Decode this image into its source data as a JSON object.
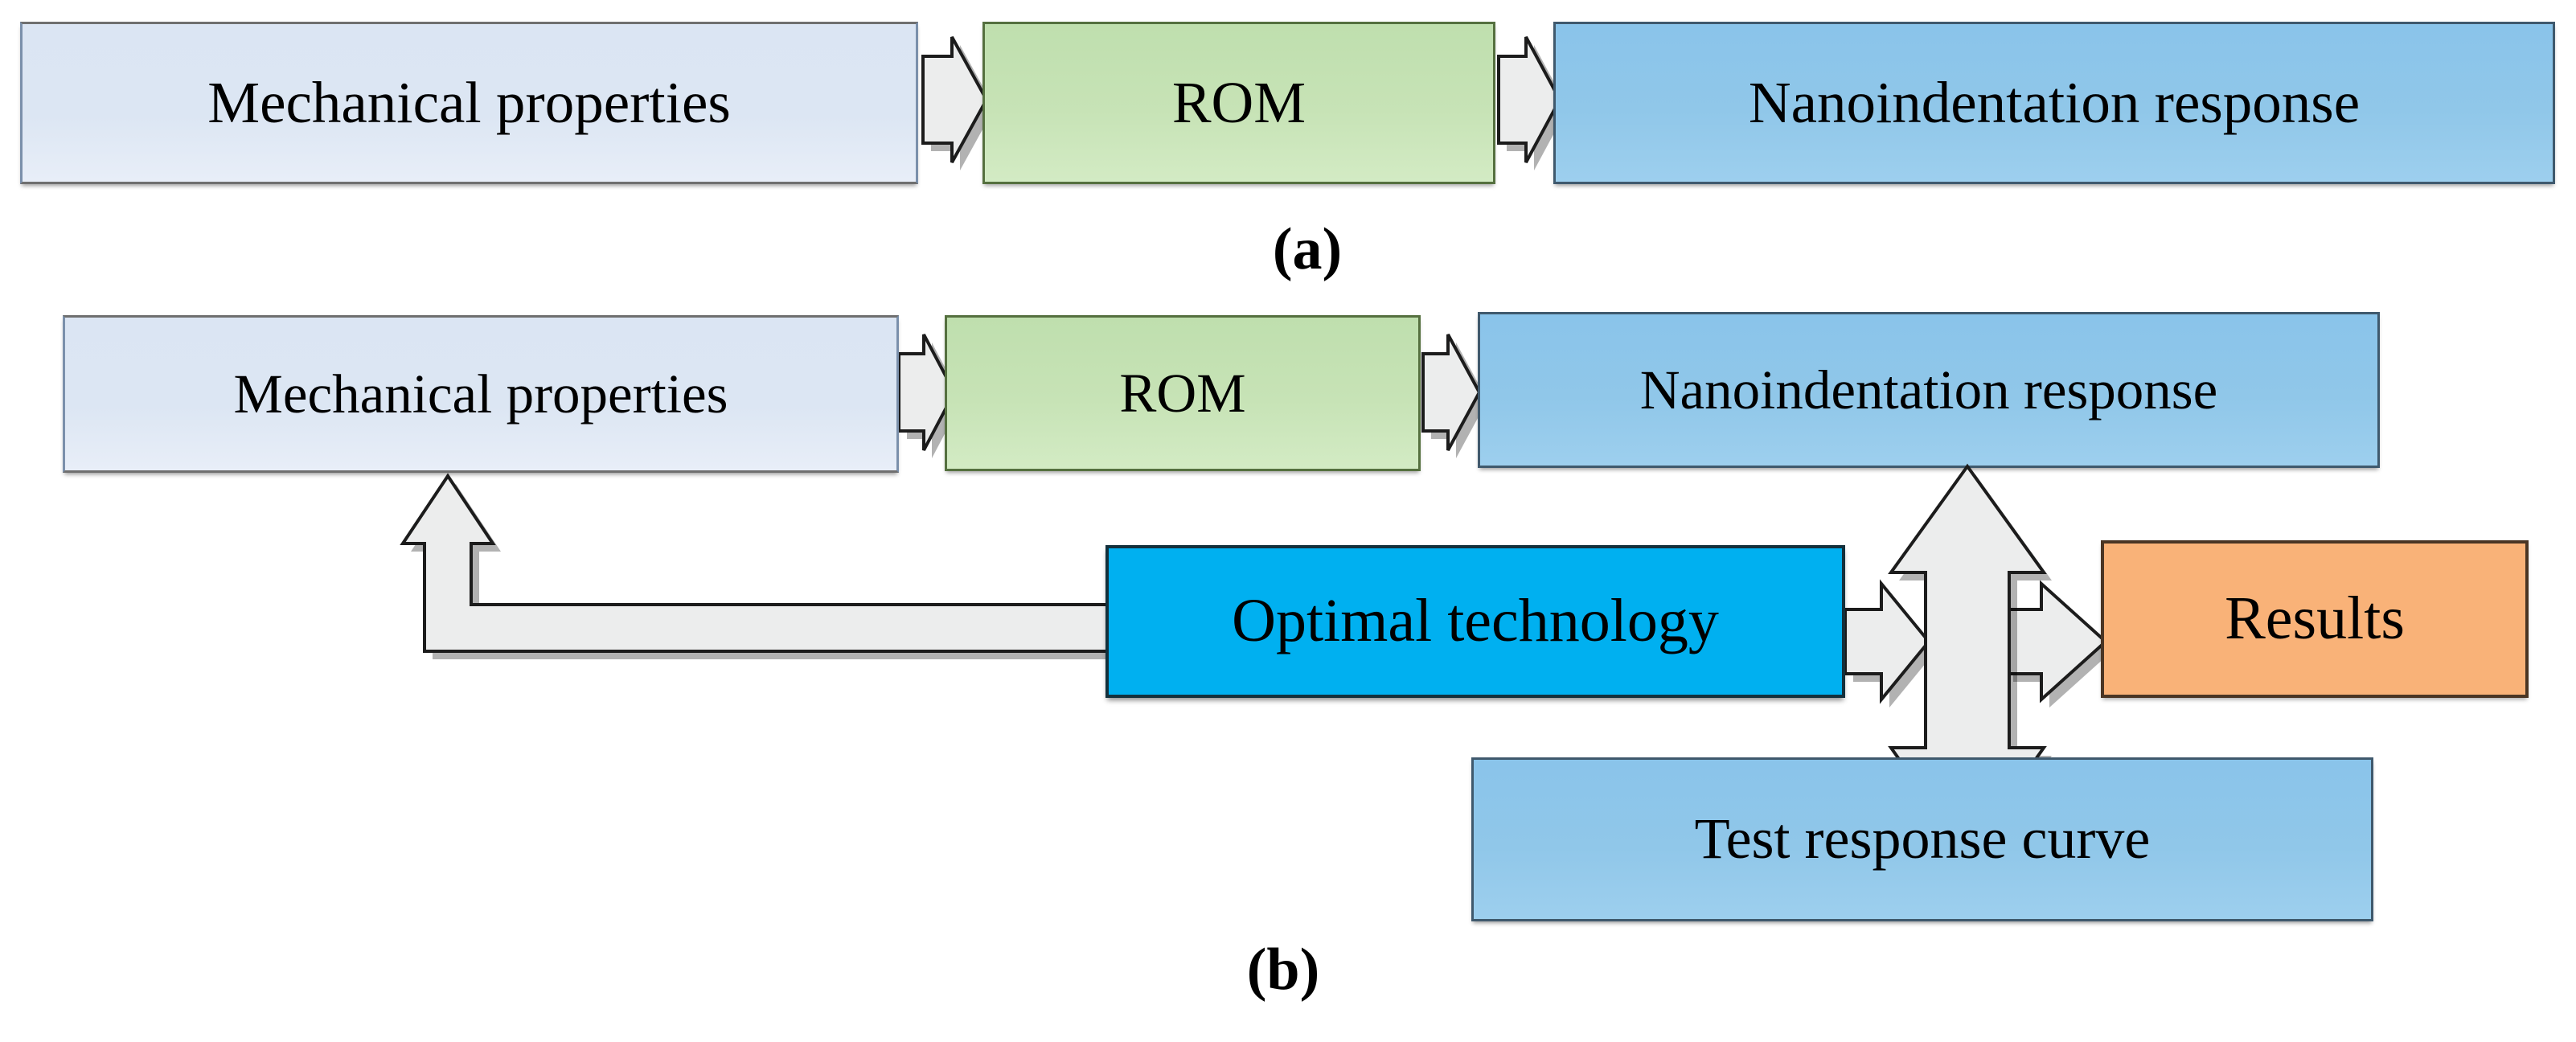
{
  "figure": {
    "panels": [
      {
        "id": "a",
        "label": "(a)",
        "nodes": [
          {
            "name": "mechanical-properties",
            "text": "Mechanical properties",
            "color": "#dce6f3"
          },
          {
            "name": "rom",
            "text": "ROM",
            "color": "#c7e3b6"
          },
          {
            "name": "nanoindentation-response",
            "text": "Nanoindentation response",
            "color": "#90c7e9"
          }
        ],
        "connectors": [
          {
            "name": "arrow-mechanical-to-rom",
            "kind": "block-arrow-right"
          },
          {
            "name": "arrow-rom-to-nanoindentation",
            "kind": "block-arrow-right"
          }
        ]
      },
      {
        "id": "b",
        "label": "(b)",
        "nodes": [
          {
            "name": "mechanical-properties",
            "text": "Mechanical properties",
            "color": "#dce6f3"
          },
          {
            "name": "rom",
            "text": "ROM",
            "color": "#c7e3b6"
          },
          {
            "name": "nanoindentation-response",
            "text": "Nanoindentation response",
            "color": "#90c7e9"
          },
          {
            "name": "optimal-technology",
            "text": "Optimal technology",
            "color": "#00b0f0"
          },
          {
            "name": "results",
            "text": "Results",
            "color": "#f9b278"
          },
          {
            "name": "test-response-curve",
            "text": "Test response curve",
            "color": "#90c7e9"
          }
        ],
        "connectors": [
          {
            "name": "arrow-mechanical-to-rom",
            "kind": "block-arrow-right"
          },
          {
            "name": "arrow-rom-to-nanoindentation",
            "kind": "block-arrow-right"
          },
          {
            "name": "arrow-optimal-to-middle",
            "kind": "block-arrow-right"
          },
          {
            "name": "arrow-middle-to-results",
            "kind": "block-arrow-right"
          },
          {
            "name": "arrow-nanoindentation-to-test-response",
            "kind": "block-arrow-double-vertical"
          },
          {
            "name": "arrow-feedback-to-mechanical",
            "kind": "block-arrow-elbow-up-left"
          }
        ]
      }
    ]
  }
}
